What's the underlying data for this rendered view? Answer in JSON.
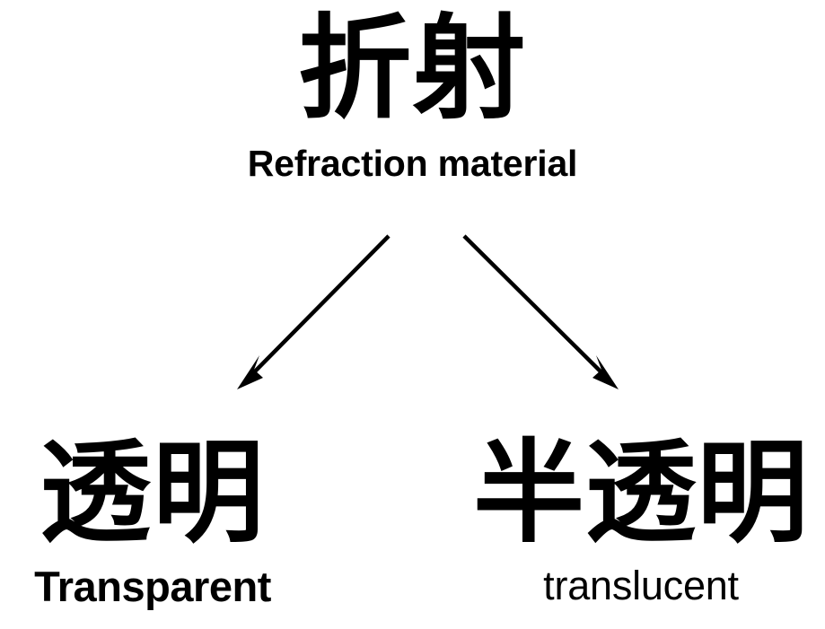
{
  "diagram": {
    "type": "tree",
    "background_color": "#ffffff",
    "text_color": "#000000",
    "root": {
      "cjk": "折射",
      "latin": "Refraction material"
    },
    "branches": [
      {
        "id": "transparent",
        "cjk": "透明",
        "latin": "Transparent",
        "arrow": {
          "direction": "down-left",
          "from": "432,263",
          "to": "266,432"
        }
      },
      {
        "id": "translucent",
        "cjk": "半透明",
        "latin": "translucent",
        "arrow": {
          "direction": "down-right",
          "from": "517,263",
          "to": "687,432"
        }
      }
    ]
  }
}
